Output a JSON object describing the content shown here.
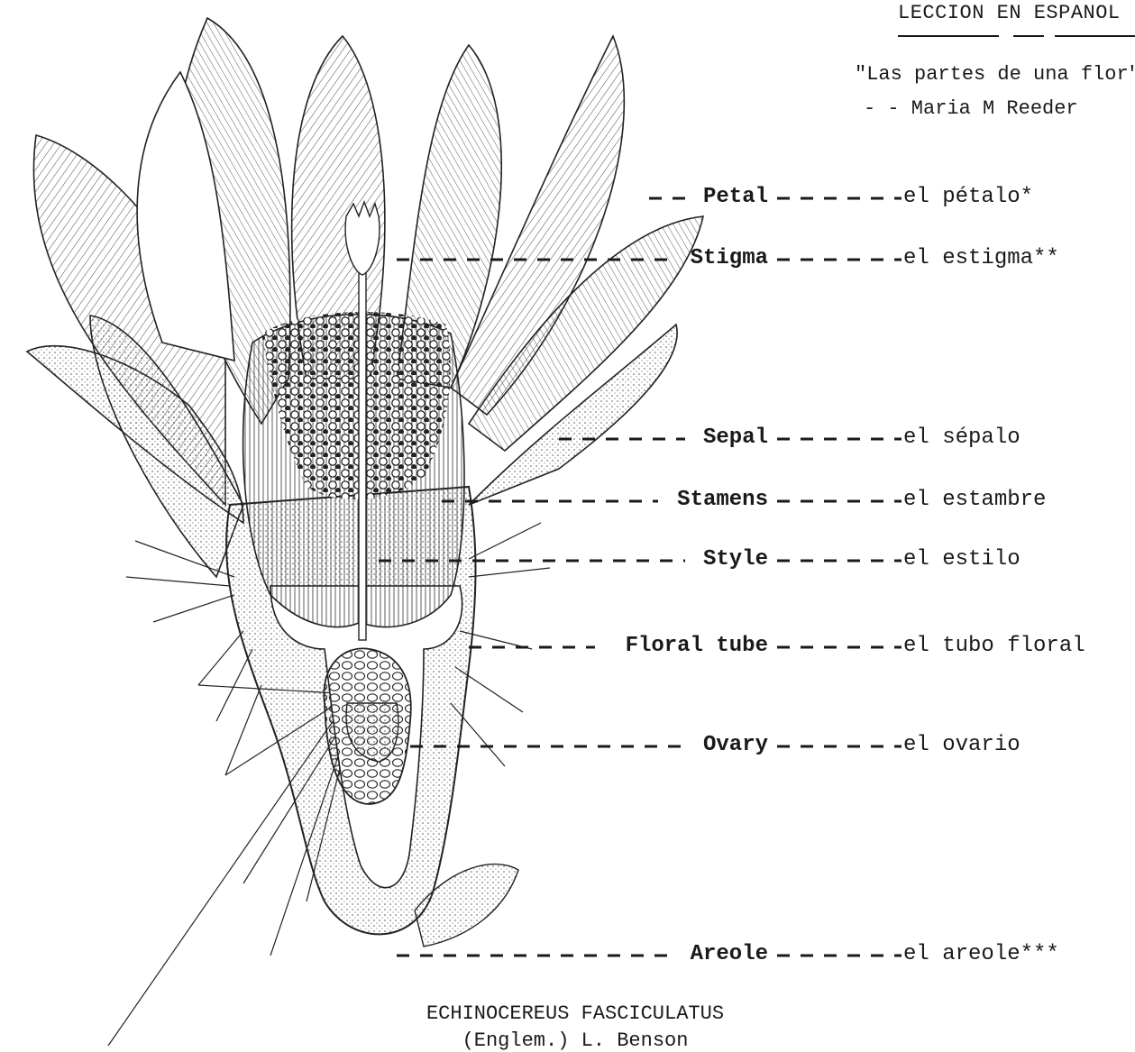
{
  "header": {
    "title": "LECCION EN ESPANOL",
    "subtitle": "\"Las partes de una flor\"",
    "author": "- - Maria M Reeder"
  },
  "labels": [
    {
      "en": "Petal",
      "es": "el pétalo*"
    },
    {
      "en": "Stigma",
      "es": "el estigma**"
    },
    {
      "en": "Sepal",
      "es": "el sépalo"
    },
    {
      "en": "Stamens",
      "es": "el estambre"
    },
    {
      "en": "Style",
      "es": "el estilo"
    },
    {
      "en": "Floral tube",
      "es": "el tubo floral"
    },
    {
      "en": "Ovary",
      "es": "el ovario"
    },
    {
      "en": "Areole",
      "es": "el areole***"
    }
  ],
  "caption": {
    "species": "ECHINOCEREUS FASCICULATUS",
    "authority": "(Englem.) L. Benson"
  },
  "colors": {
    "ink": "#1a1a1a",
    "paper": "#ffffff",
    "stipple": "#8a8a8a"
  }
}
